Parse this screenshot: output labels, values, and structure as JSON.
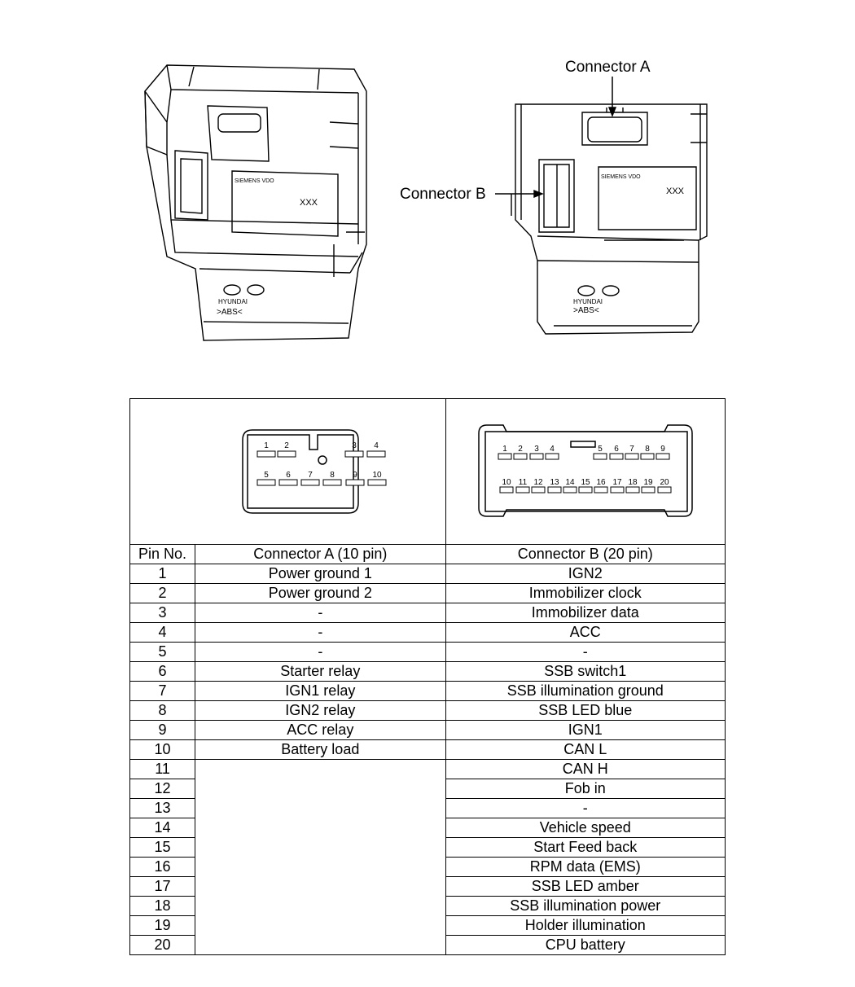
{
  "callouts": {
    "connector_a": "Connector A",
    "connector_b": "Connector B"
  },
  "unit_markings": {
    "brand": "HYUNDAI",
    "abs_mark": ">ABS<",
    "maker": "SIEMENS VDO",
    "code": "XXX"
  },
  "connector_a_pins": {
    "top": [
      "1",
      "2",
      "3",
      "4"
    ],
    "bottom": [
      "5",
      "6",
      "7",
      "8",
      "9",
      "10"
    ]
  },
  "connector_b_pins": {
    "top": [
      "1",
      "2",
      "3",
      "4",
      "5",
      "6",
      "7",
      "8",
      "9"
    ],
    "bottom": [
      "10",
      "11",
      "12",
      "13",
      "14",
      "15",
      "16",
      "17",
      "18",
      "19",
      "20"
    ]
  },
  "table": {
    "headers": [
      "Pin No.",
      "Connector A (10 pin)",
      "Connector B (20 pin)"
    ],
    "rows": [
      [
        "1",
        "Power ground 1",
        "IGN2"
      ],
      [
        "2",
        "Power ground 2",
        "Immobilizer clock"
      ],
      [
        "3",
        "-",
        "Immobilizer data"
      ],
      [
        "4",
        "-",
        "ACC"
      ],
      [
        "5",
        "-",
        "-"
      ],
      [
        "6",
        "Starter relay",
        "SSB switch1"
      ],
      [
        "7",
        "IGN1 relay",
        "SSB illumination ground"
      ],
      [
        "8",
        "IGN2 relay",
        "SSB LED blue"
      ],
      [
        "9",
        "ACC relay",
        "IGN1"
      ],
      [
        "10",
        "Battery load",
        "CAN L"
      ],
      [
        "11",
        null,
        "CAN H"
      ],
      [
        "12",
        null,
        "Fob in"
      ],
      [
        "13",
        null,
        "-"
      ],
      [
        "14",
        null,
        "Vehicle speed"
      ],
      [
        "15",
        null,
        "Start Feed back"
      ],
      [
        "16",
        null,
        "RPM data (EMS)"
      ],
      [
        "17",
        null,
        "SSB LED amber"
      ],
      [
        "18",
        null,
        "SSB illumination power"
      ],
      [
        "19",
        null,
        "Holder illumination"
      ],
      [
        "20",
        null,
        "CPU battery"
      ]
    ]
  }
}
